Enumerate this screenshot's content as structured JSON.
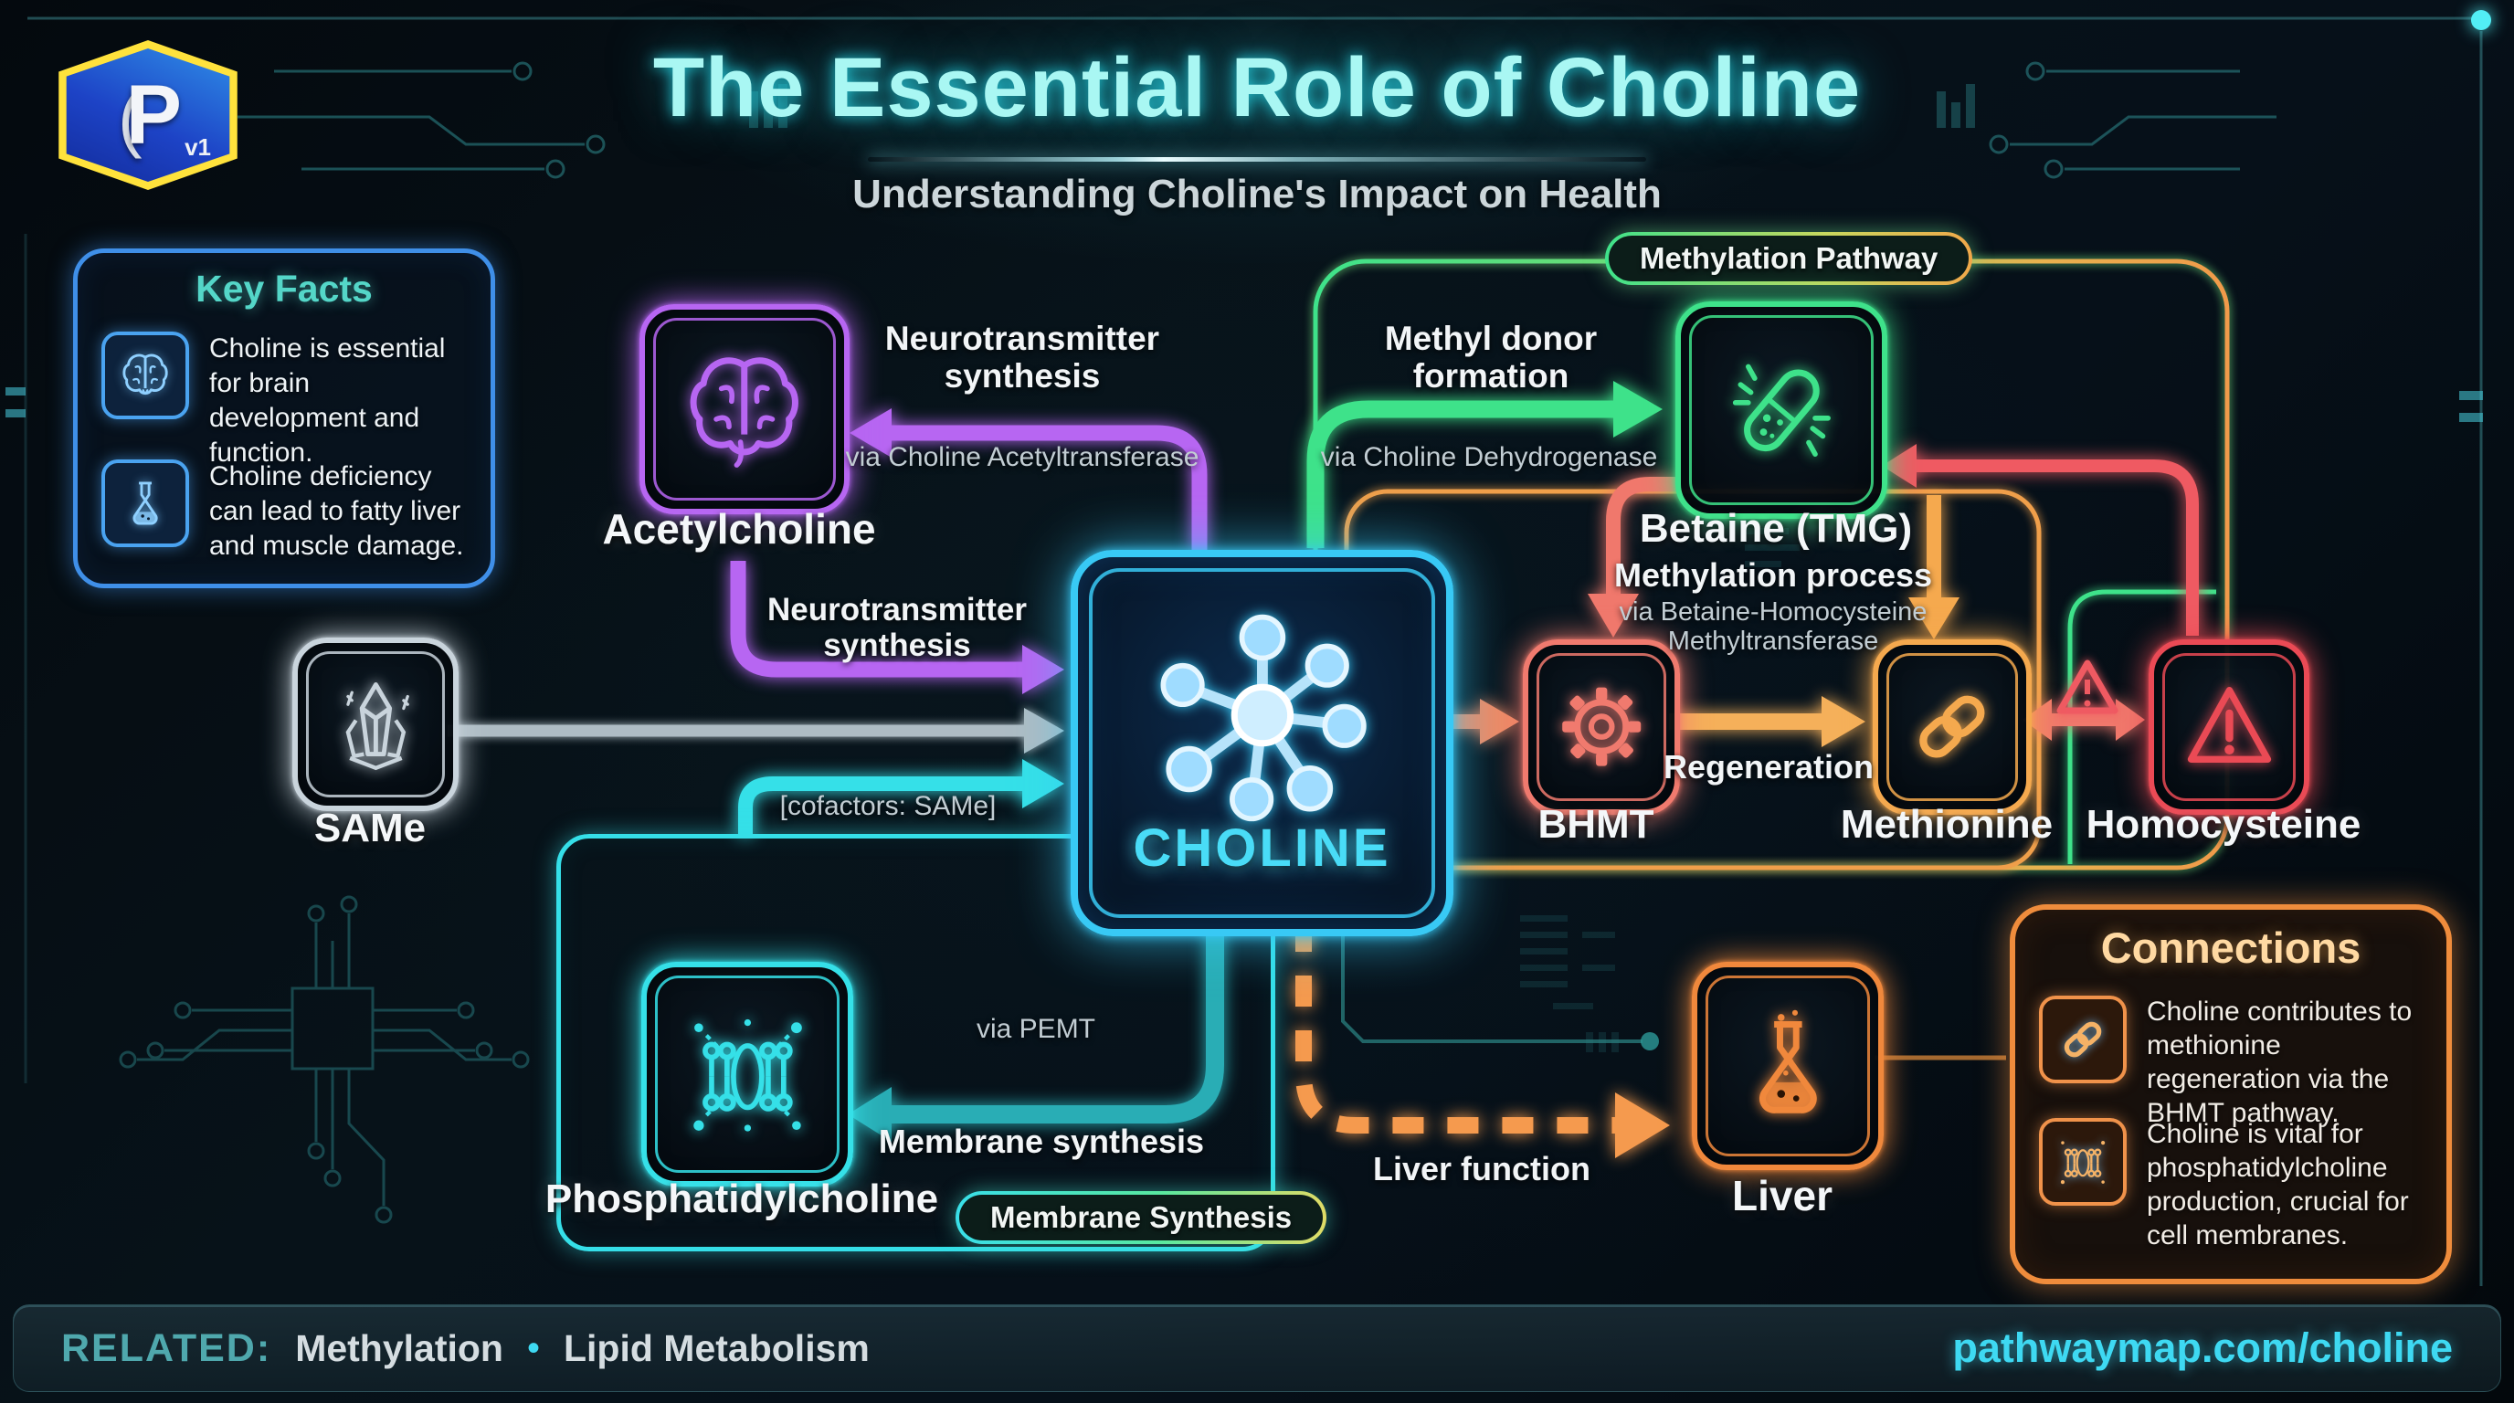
{
  "header": {
    "title": "The Essential Role of Choline",
    "subtitle": "Understanding Choline's Impact on Health"
  },
  "logo": {
    "letter": "P",
    "version": "v1"
  },
  "key_facts": {
    "title": "Key Facts",
    "items": [
      {
        "icon": "brain-icon",
        "text": "Choline is essential for brain development and function."
      },
      {
        "icon": "flask-icon",
        "text": "Choline deficiency can lead to fatty liver and muscle damage."
      }
    ]
  },
  "badges": {
    "methylation_pathway": "Methylation Pathway",
    "membrane_synthesis": "Membrane Synthesis"
  },
  "nodes": {
    "acetylcholine": {
      "label": "Acetylcholine",
      "icon": "brain-icon",
      "color": "#b766f2"
    },
    "same": {
      "label": "SAMe",
      "icon": "crystal-icon",
      "color": "#c9d4dc"
    },
    "choline": {
      "label": "CHOLINE",
      "icon": "molecule-icon",
      "color": "#38c9f5"
    },
    "betaine": {
      "label": "Betaine (TMG)",
      "icon": "capsule-icon",
      "color": "#3ee28a"
    },
    "bhmt": {
      "label": "BHMT",
      "icon": "gear-icon",
      "color": "#f07a6e"
    },
    "methionine": {
      "label": "Methionine",
      "icon": "link-icon",
      "color": "#f5a94e"
    },
    "homocysteine": {
      "label": "Homocysteine",
      "icon": "warning-icon",
      "color": "#ea4a55"
    },
    "phosphatidylcholine": {
      "label": "Phosphatidylcholine",
      "icon": "membrane-icon",
      "color": "#35e0e8"
    },
    "liver": {
      "label": "Liver",
      "icon": "flask-icon",
      "color": "#f0883c"
    }
  },
  "edge_labels": {
    "neurotransmitter_synthesis_top": "Neurotransmitter synthesis",
    "via_choline_acetyltransferase": "via Choline Acetyltransferase",
    "neurotransmitter_synthesis_bottom": "Neurotransmitter synthesis",
    "methyl_donor_formation": "Methyl donor formation",
    "via_choline_dehydrogenase": "via Choline Dehydrogenase",
    "cofactors_same": "[cofactors: SAMe]",
    "methylation_process": "Methylation process",
    "via_betaine_homocysteine_methyltransferase": "via Betaine-Homocysteine Methyltransferase",
    "regeneration": "Regeneration",
    "via_pemt": "via PEMT",
    "membrane_synthesis": "Membrane synthesis",
    "liver_function": "Liver function"
  },
  "connections": {
    "title": "Connections",
    "items": [
      {
        "icon": "link-icon",
        "text": "Choline contributes to methionine regeneration via the BHMT pathway."
      },
      {
        "icon": "membrane-icon",
        "text": "Choline is vital for phosphatidylcholine production, crucial for cell membranes."
      }
    ]
  },
  "footer": {
    "related_label": "RELATED:",
    "separator": "•",
    "tags": [
      "Methylation",
      "Lipid Metabolism"
    ],
    "url": "pathwaymap.com/choline"
  },
  "colors": {
    "title_accent": "#a9f7f3",
    "purple": "#b766f2",
    "cyan": "#38c9f5",
    "green": "#3ee28a",
    "orange": "#f5a94e",
    "salmon": "#f07a6e",
    "red": "#ea4a55",
    "teal_footer": "#4fa8ad",
    "url_cyan": "#3ed9f2"
  }
}
